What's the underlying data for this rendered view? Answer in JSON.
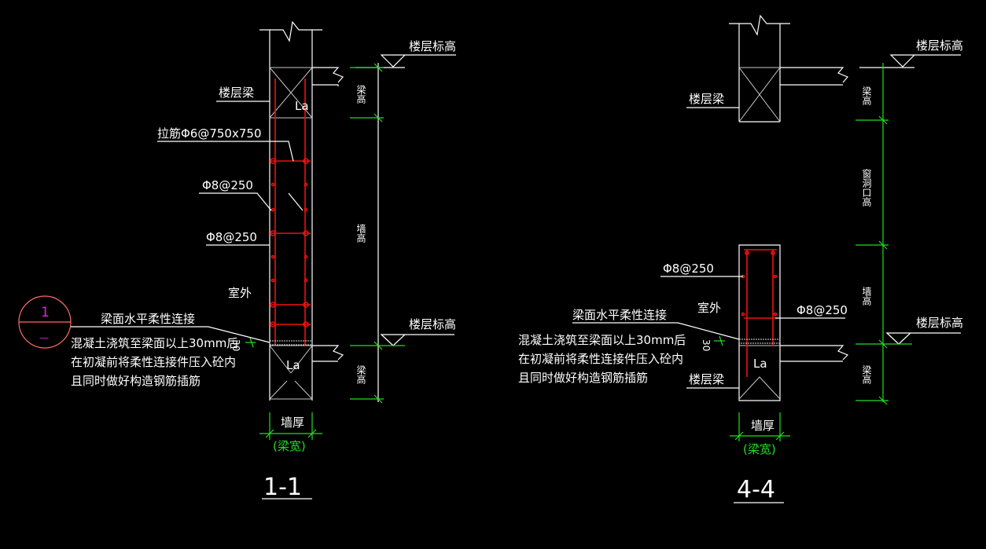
{
  "sections": [
    {
      "title": "1-1",
      "labels": {
        "floor_elevation_top": "楼层标高",
        "floor_elevation_bottom": "楼层标高",
        "floor_beam": "楼层梁",
        "tie_bar": "拉筋Φ6@750x750",
        "rebar_1": "Φ8@250",
        "rebar_2": "Φ8@250",
        "outdoor": "室外",
        "anchor_top": "La",
        "anchor_bottom": "La",
        "dim_30": "30",
        "wall_thickness": "墙厚",
        "beam_width": "(梁宽)",
        "dim_beam_height_top": "梁高",
        "dim_wall_height": "墙高",
        "dim_beam_height_bottom": "梁高"
      },
      "note": {
        "title": "梁面水平柔性连接",
        "lines": [
          "混凝土浇筑至梁面以上30mm后",
          "在初凝前将柔性连接件压入砼内",
          "且同时做好构造钢筋插筋"
        ]
      },
      "detail_marker": {
        "number": "1",
        "sheet": "—"
      }
    },
    {
      "title": "4-4",
      "labels": {
        "floor_elevation_top": "楼层标高",
        "floor_elevation_bottom": "楼层标高",
        "floor_beam_top": "楼层梁",
        "floor_beam_bottom": "楼层梁",
        "rebar_1": "Φ8@250",
        "rebar_2": "Φ8@250",
        "outdoor": "室外",
        "anchor_bottom": "La",
        "dim_30": "30",
        "wall_thickness": "墙厚",
        "beam_width": "(梁宽)",
        "dim_beam_height_top": "梁高",
        "dim_window_height": "窗洞口高",
        "dim_wall_height": "墙高",
        "dim_beam_height_bottom": "梁高"
      },
      "note": {
        "title": "梁面水平柔性连接",
        "lines": [
          "混凝土浇筑至梁面以上30mm后",
          "在初凝前将柔性连接件压入砼内",
          "且同时做好构造钢筋插筋"
        ]
      }
    }
  ],
  "colors": {
    "background": "#000000",
    "line": "#ffffff",
    "rebar": "#f01010",
    "dimension": "#22dd22",
    "marker": "#ff6a6a",
    "marker_text": "#e020e0"
  }
}
